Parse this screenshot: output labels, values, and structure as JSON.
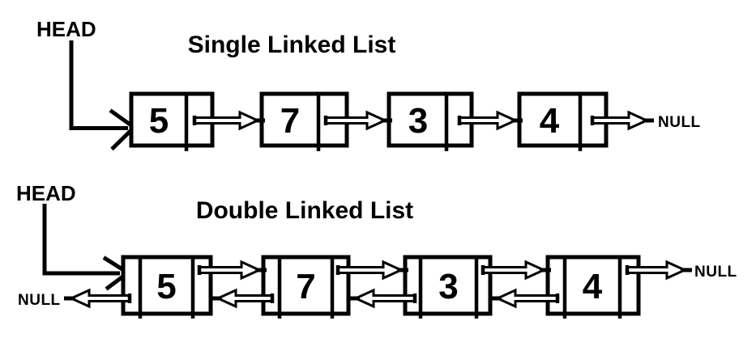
{
  "colors": {
    "ink": "#000000",
    "background": "#ffffff"
  },
  "single_list": {
    "head_label": "HEAD",
    "title": "Single Linked List",
    "null_label": "NULL",
    "nodes": [
      {
        "value": "5"
      },
      {
        "value": "7"
      },
      {
        "value": "3"
      },
      {
        "value": "4"
      }
    ]
  },
  "double_list": {
    "head_label": "HEAD",
    "title": "Double Linked List",
    "null_left_label": "NULL",
    "null_right_label": "NULL",
    "nodes": [
      {
        "value": "5"
      },
      {
        "value": "7"
      },
      {
        "value": "3"
      },
      {
        "value": "4"
      }
    ]
  }
}
